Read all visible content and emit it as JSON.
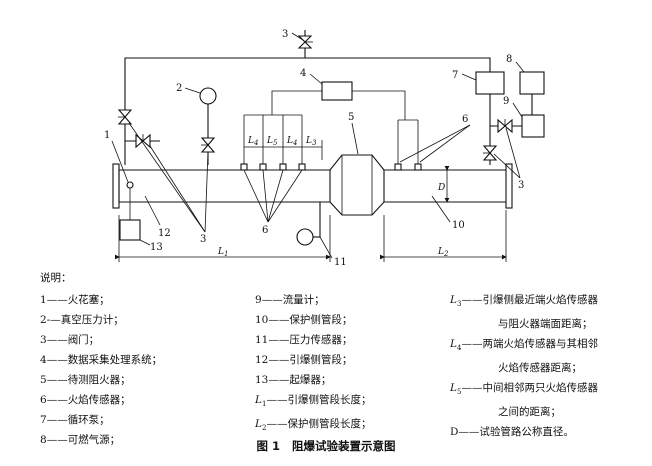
{
  "diagram": {
    "callouts": {
      "c1": "1",
      "c2": "2",
      "c3a": "3",
      "c3b": "3",
      "c3c": "3",
      "c4": "4",
      "c5": "5",
      "c6a": "6",
      "c6b": "6",
      "c7": "7",
      "c8": "8",
      "c9": "9",
      "c10": "10",
      "c11": "11",
      "c12": "12",
      "c13": "13"
    },
    "dims": {
      "L4a": "L",
      "L4a_sub": "4",
      "L5": "L",
      "L5_sub": "5",
      "L4b": "L",
      "L4b_sub": "4",
      "L3": "L",
      "L3_sub": "3",
      "L1": "L",
      "L1_sub": "1",
      "L2": "L",
      "L2_sub": "2",
      "D": "D"
    }
  },
  "legend": {
    "title": "说明：",
    "col1": [
      {
        "id": "1",
        "sep": "——",
        "text": "火花塞；"
      },
      {
        "id": "2",
        "sep": "-—",
        "text": "真空压力计；"
      },
      {
        "id": "3",
        "sep": "——",
        "text": "阀门；"
      },
      {
        "id": "4",
        "sep": "——",
        "text": "数据采集处理系统；"
      },
      {
        "id": "5",
        "sep": "——",
        "text": "待测阻火器；"
      },
      {
        "id": "6",
        "sep": "——",
        "text": "火焰传感器；"
      },
      {
        "id": "7",
        "sep": "——",
        "text": "循环泵；"
      },
      {
        "id": "8",
        "sep": "——",
        "text": "可燃气源；"
      }
    ],
    "col2": [
      {
        "id": "9",
        "sep": "——",
        "text": "流量计；"
      },
      {
        "id": "10",
        "sep": "——",
        "text": "保护侧管段；"
      },
      {
        "id": "11",
        "sep": "——",
        "text": "压力传感器；"
      },
      {
        "id": "12",
        "sep": "——",
        "text": "引爆侧管段；"
      },
      {
        "id": "13",
        "sep": "——",
        "text": "起爆器；"
      },
      {
        "id": "L",
        "sub": "1",
        "sep": "——",
        "text": "引爆侧管段长度；"
      },
      {
        "id": "L",
        "sub": "2",
        "sep": "——",
        "text": "保护侧管段长度；"
      }
    ],
    "col3": [
      {
        "id": "L",
        "sub": "3",
        "sep": "——",
        "text": "引爆侧最近端火焰传感器",
        "cont": "与阻火器端面距离；"
      },
      {
        "id": "L",
        "sub": "4",
        "sep": "——",
        "text": "两端火焰传感器与其相邻",
        "cont": "火焰传感器距离；"
      },
      {
        "id": "L",
        "sub": "5",
        "sep": "——",
        "text": "中间相邻两只火焰传感器",
        "cont": "之间的距离；"
      },
      {
        "id": "D",
        "sep": "——",
        "text": "试验管路公称直径。"
      }
    ]
  },
  "caption": {
    "figure": "图 1",
    "title": "阻爆试验装置示意图"
  }
}
